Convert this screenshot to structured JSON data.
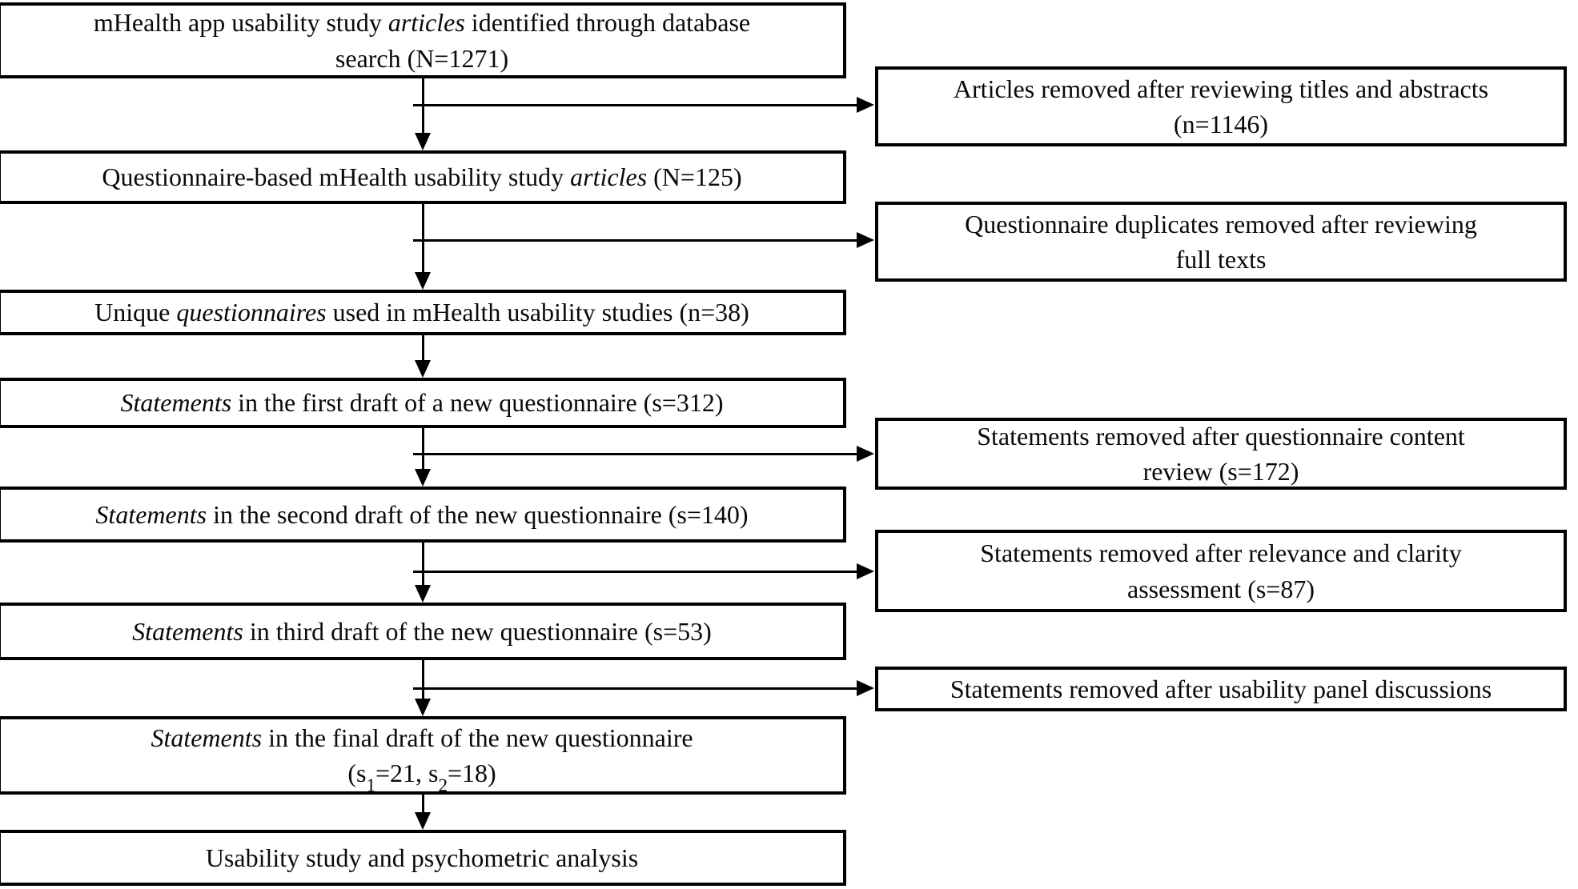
{
  "figure": {
    "title": "Questionnaire development flow diagram",
    "colors": {
      "box_border": "#000000",
      "box_background": "#ffffff",
      "text": "#0a0a0a",
      "page_background": "#ffffff"
    },
    "left_flow": [
      {
        "name": "articles-identified",
        "line1": {
          "pre": "mHealth app usability study ",
          "italic": "articles",
          "post": " identified through database"
        },
        "line2": "search (N=1271)"
      },
      {
        "name": "questionnaire-based-articles",
        "line1": {
          "pre": "Questionnaire-based mHealth usability study ",
          "italic": "articles",
          "post": " (N=125)"
        }
      },
      {
        "name": "unique-questionnaires",
        "line1": {
          "pre": "Unique ",
          "italic": "questionnaires",
          "post": " used in mHealth usability studies (n=38)"
        }
      },
      {
        "name": "first-draft-statements",
        "line1": {
          "pre": "",
          "italic": "Statements",
          "post": " in the first draft of a new questionnaire (s=312)"
        }
      },
      {
        "name": "second-draft-statements",
        "line1": {
          "pre": "",
          "italic": "Statements",
          "post": " in the second draft of the new questionnaire (s=140)"
        }
      },
      {
        "name": "third-draft-statements",
        "line1": {
          "pre": "",
          "italic": "Statements",
          "post": " in third draft of the new questionnaire (s=53)"
        }
      },
      {
        "name": "final-draft-statements",
        "line1": {
          "pre": "",
          "italic": "Statements",
          "post": " in the final draft of the new questionnaire"
        },
        "line2_parts": {
          "p1": "(s",
          "sub1": "1",
          "p2": "=21, s",
          "sub2": "2",
          "p3": "=18)"
        }
      },
      {
        "name": "usability-study",
        "line1": {
          "pre": "Usability study and psychometric analysis",
          "italic": "",
          "post": ""
        }
      }
    ],
    "right_flow": [
      {
        "name": "articles-removed-titles-abstracts",
        "line1": "Articles removed after reviewing titles and abstracts",
        "line2": "(n=1146)"
      },
      {
        "name": "questionnaire-duplicates-removed",
        "line1": "Questionnaire duplicates removed after reviewing",
        "line2": "full texts"
      },
      {
        "name": "statements-removed-content-review",
        "line1": "Statements removed after questionnaire content",
        "line2": "review (s=172)"
      },
      {
        "name": "statements-removed-relevance-clarity",
        "line1": "Statements removed after relevance and clarity",
        "line2": "assessment (s=87)"
      },
      {
        "name": "statements-removed-panel-discussions",
        "line1": "Statements removed after usability panel discussions"
      }
    ]
  }
}
